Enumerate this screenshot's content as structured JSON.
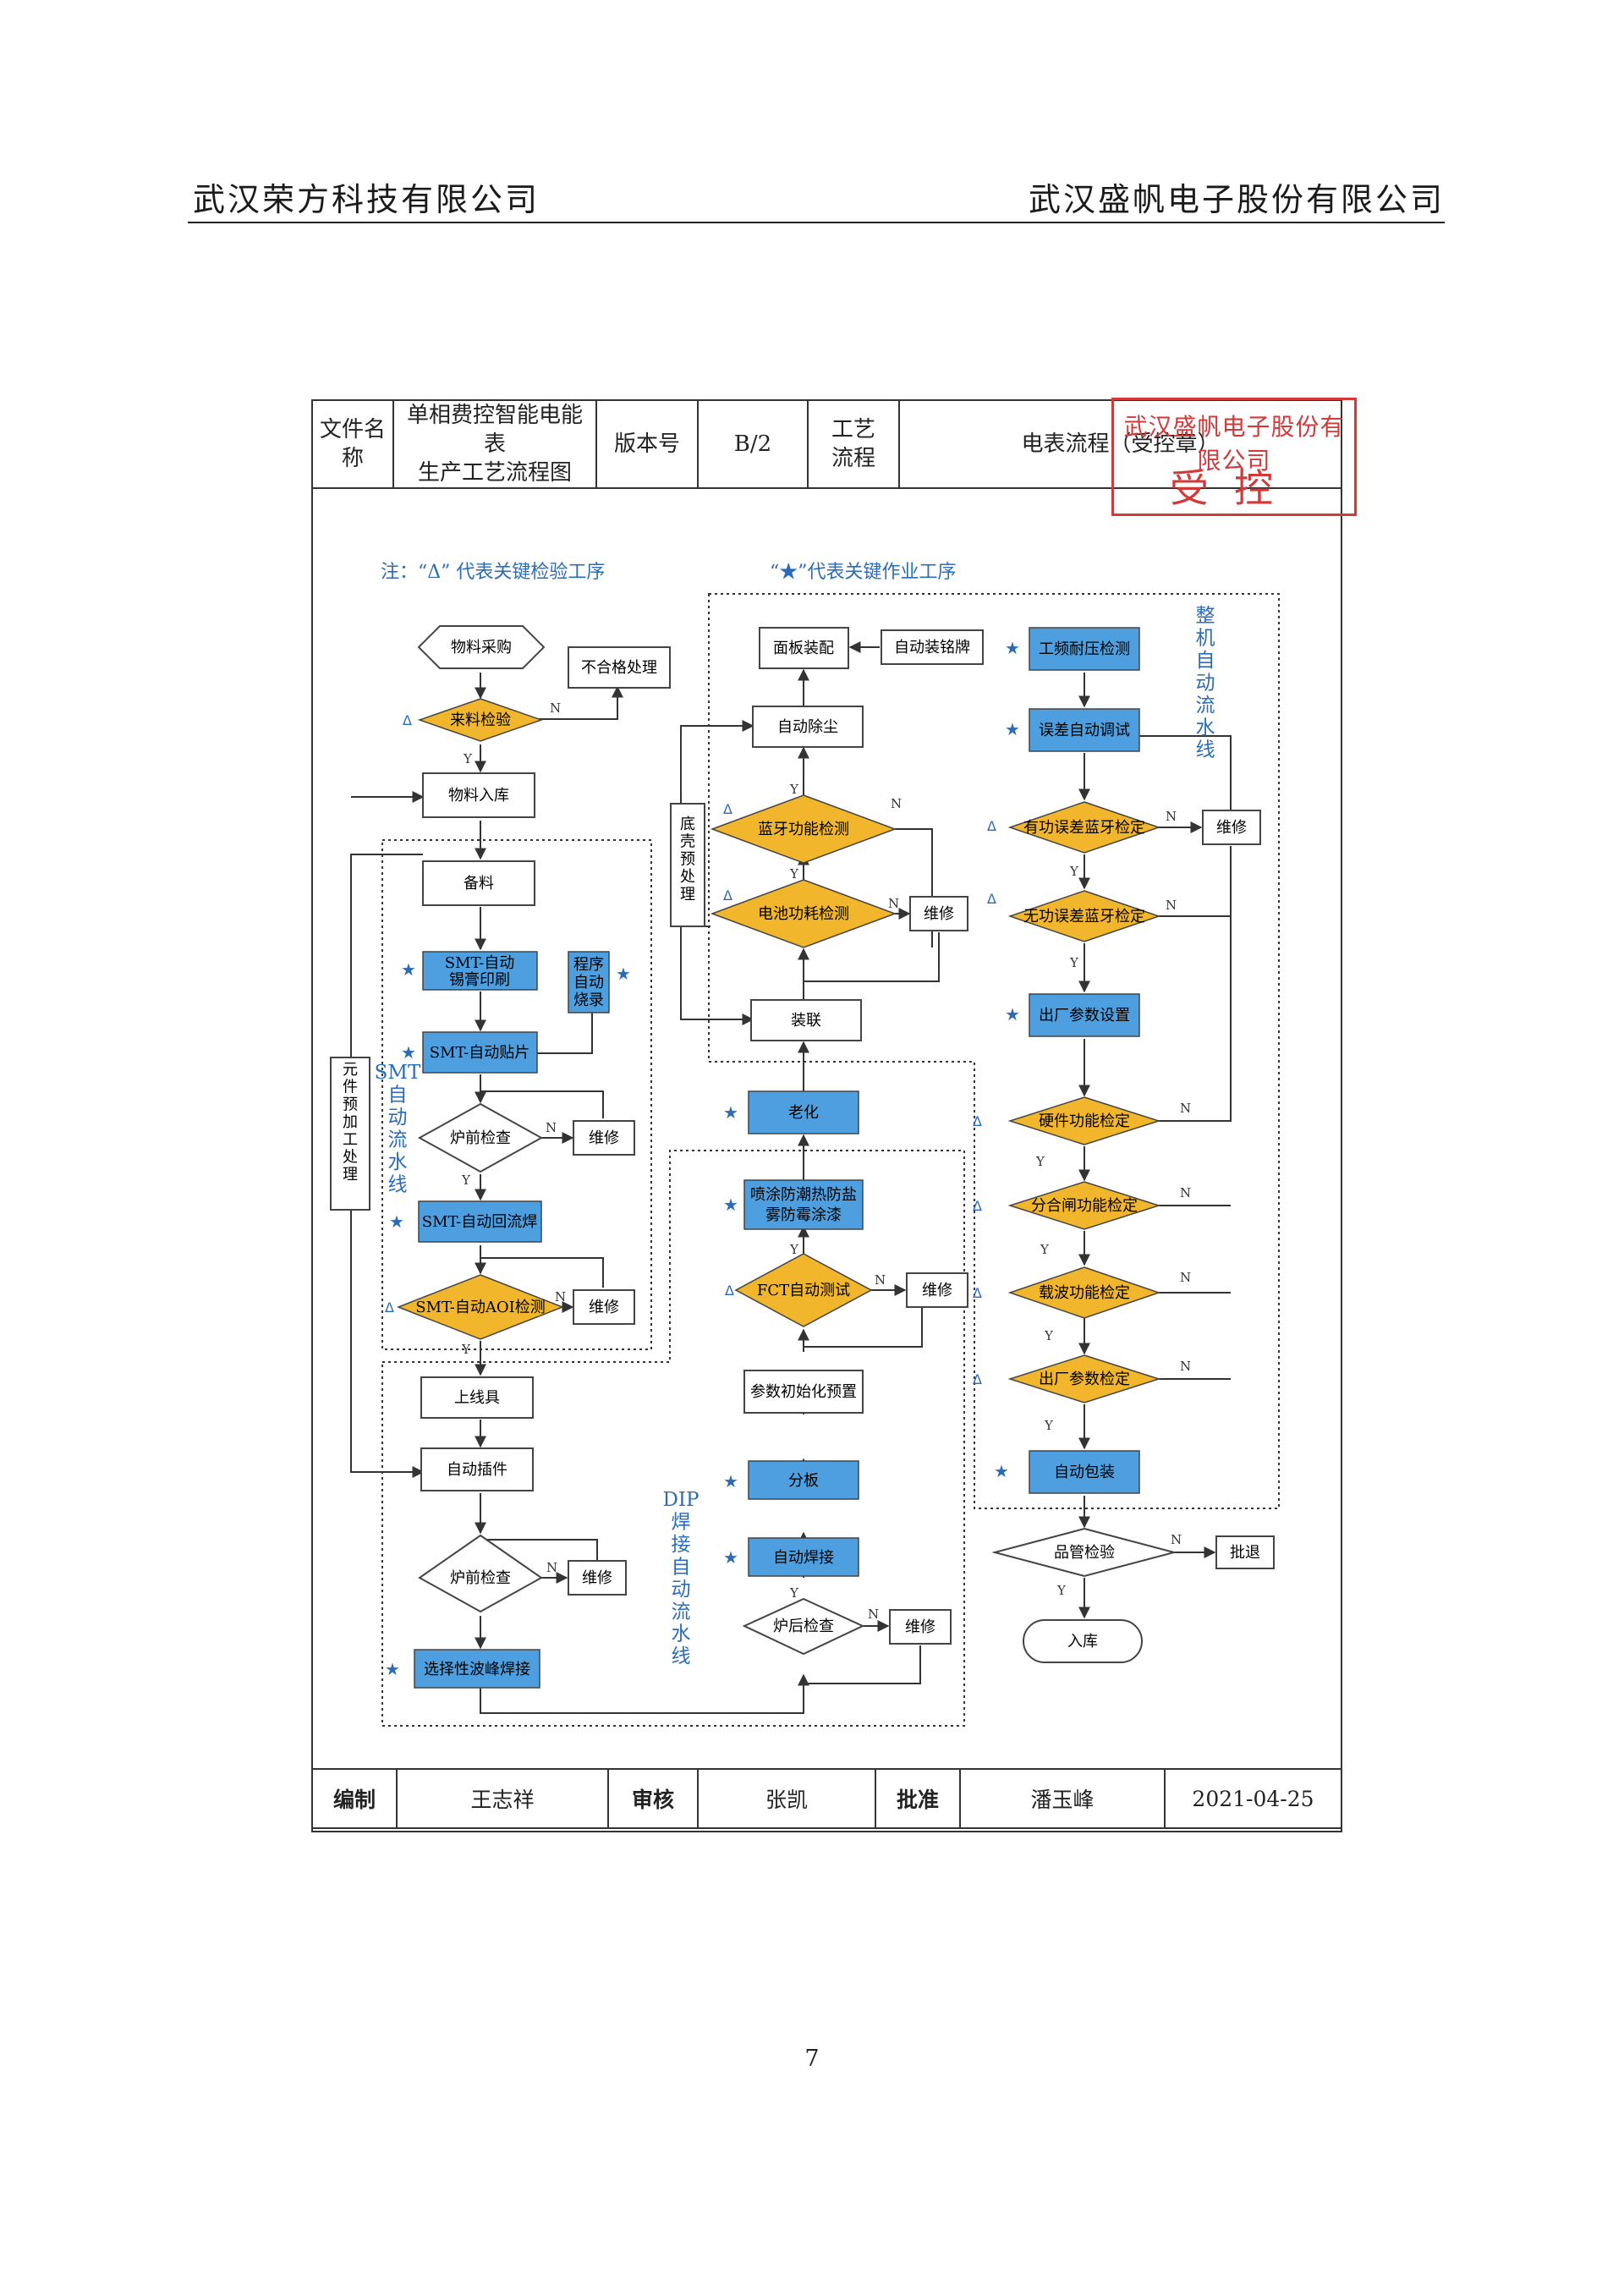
{
  "header": {
    "left_company": "武汉荣方科技有限公司",
    "right_company": "武汉盛帆电子股份有限公司"
  },
  "doc_table": {
    "file_name_label": "文件名称",
    "file_name_line1": "单相费控智能电能表",
    "file_name_line2": "生产工艺流程图",
    "version_label": "版本号",
    "version": "B/2",
    "process_label_line1": "工艺",
    "process_label_line2": "流程",
    "category": "电表流程",
    "control_note": "（受控章）"
  },
  "stamp": {
    "company": "武汉盛帆电子股份有限公司",
    "text": "受控"
  },
  "legend": {
    "inspection": "注：“Δ” 代表关键检验工序",
    "operation": "“★”代表关键作业工序"
  },
  "lines": {
    "smt": "SMT自动流水线",
    "dip": "DIP焊接自动流水线",
    "whole": "整机自动流水线"
  },
  "marks": {
    "delta": "Δ",
    "star": "★",
    "yes": "Y",
    "no": "N"
  },
  "nodes": {
    "purchase": "物料采购",
    "reject": "不合格处理",
    "incoming": "来料检验",
    "warehouse_in": "物料入库",
    "prep": "备料",
    "smt_print_1": "SMT-自动",
    "smt_print_2": "锡膏印刷",
    "program_1": "程序",
    "program_2": "自动",
    "program_3": "烧录",
    "smt_place": "SMT-自动贴片",
    "pre_oven_1": "炉前检查",
    "repair": "维修",
    "smt_reflow": "SMT-自动回流焊",
    "smt_aoi": "SMT-自动AOI检测",
    "component_pre": "元件预加工处理",
    "fixture": "上线具",
    "auto_insert": "自动插件",
    "pre_oven_2": "炉前检查",
    "wave": "选择性波峰焊接",
    "auto_weld": "自动焊接",
    "post_oven": "炉后检查",
    "split": "分板",
    "param_init": "参数初始化预置",
    "fct": "FCT自动测试",
    "coat_1": "喷涂防潮热防盐",
    "coat_2": "雾防霉涂漆",
    "aging": "老化",
    "assembly": "装联",
    "battery": "电池功耗检测",
    "bluetooth": "蓝牙功能检测",
    "dust": "自动除尘",
    "panel": "面板装配",
    "nameplate": "自动装铭牌",
    "bottom_case": "底壳预处理",
    "voltage": "工频耐压检测",
    "error_debug": "误差自动调试",
    "active_err": "有功误差蓝牙检定",
    "reactive_err": "无功误差蓝牙检定",
    "factory_set": "出厂参数设置",
    "hw_check": "硬件功能检定",
    "switch_check": "分合闸功能检定",
    "carrier_check": "载波功能检定",
    "factory_check": "出厂参数检定",
    "auto_pack": "自动包装",
    "qc_check": "品管检验",
    "reject_return": "批退",
    "store": "入库"
  },
  "sign": {
    "author_label": "编制",
    "author": "王志祥",
    "review_label": "审核",
    "reviewer": "张凯",
    "approve_label": "批准",
    "approver": "潘玉峰",
    "date": "2021-04-25"
  },
  "page_number": "7",
  "colors": {
    "process_blue": "#4e9fdf",
    "decision_gold": "#f2b62c",
    "stamp_red": "#d23a3a",
    "note_blue": "#2b6cb8"
  }
}
